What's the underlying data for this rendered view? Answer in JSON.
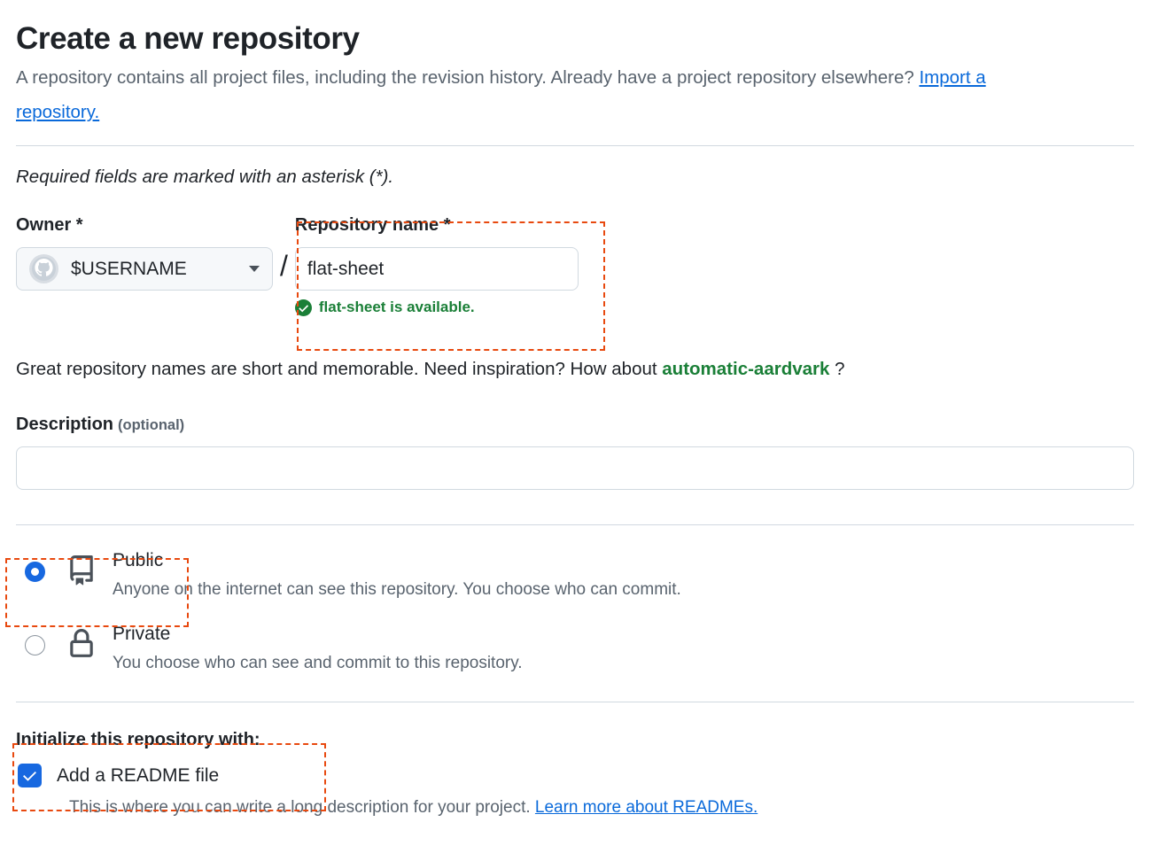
{
  "header": {
    "title": "Create a new repository",
    "description_before_link": "A repository contains all project files, including the revision history. Already have a project repository elsewhere? ",
    "import_link": "Import a repository.",
    "required_note": "Required fields are marked with an asterisk (*)."
  },
  "owner": {
    "label": "Owner *",
    "value": "$USERNAME",
    "avatar_icon": "github-mark-icon",
    "caret_icon": "chevron-down-icon",
    "separator": "/"
  },
  "repository_name": {
    "label": "Repository name *",
    "value": "flat-sheet",
    "placeholder": "",
    "availability_icon": "check-circle-fill-icon",
    "availability_text": "flat-sheet is available.",
    "availability_color": "#1a7f37"
  },
  "inspiration": {
    "text_before": "Great repository names are short and memorable. Need inspiration? How about ",
    "suggested_name": "automatic-aardvark",
    "text_after": " ?"
  },
  "description": {
    "label": "Description",
    "optional_label": "(optional)",
    "value": "",
    "placeholder": ""
  },
  "visibility": {
    "selected": "public",
    "options": [
      {
        "id": "public",
        "icon": "repo-book-icon",
        "title": "Public",
        "description": "Anyone on the internet can see this repository. You choose who can commit.",
        "checked": true
      },
      {
        "id": "private",
        "icon": "lock-icon",
        "title": "Private",
        "description": "You choose who can see and commit to this repository.",
        "checked": false
      }
    ]
  },
  "initialize": {
    "title": "Initialize this repository with:",
    "readme_label": "Add a README file",
    "readme_checked": true,
    "readme_description": "This is where you can write a long description for your project. ",
    "readme_link": "Learn more about READMEs."
  },
  "colors": {
    "accent_blue": "#1768e0",
    "link_blue": "#0969da",
    "success_green": "#1a7f37",
    "annotation_red": "#e8490f",
    "border_gray": "#d1d9e0",
    "muted_text": "#59636e"
  },
  "annotations": [
    {
      "name": "repository-name-highlight"
    },
    {
      "name": "public-visibility-highlight"
    },
    {
      "name": "initialize-readme-highlight"
    }
  ]
}
